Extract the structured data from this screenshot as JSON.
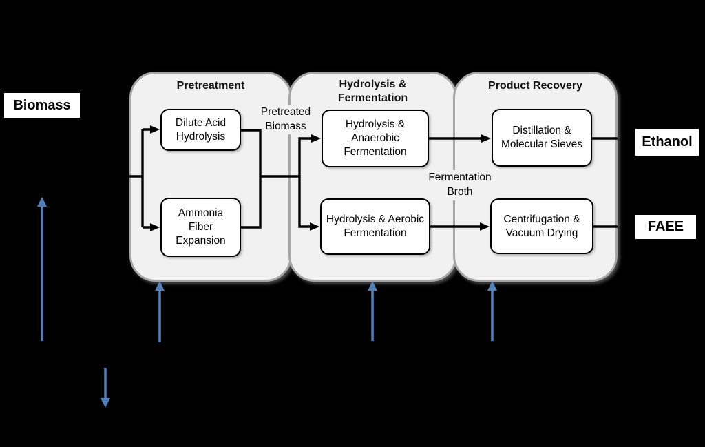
{
  "input_labels": {
    "biomass": "Biomass"
  },
  "output_labels": {
    "ethanol": "Ethanol",
    "faee": "FAEE"
  },
  "stream_labels": {
    "pretreated_biomass": "Pretreated Biomass",
    "fermentation_broth": "Fermentation Broth"
  },
  "stages": [
    {
      "title": "Pretreatment",
      "boxes": [
        "Dilute Acid Hydrolysis",
        "Ammonia Fiber Expansion"
      ]
    },
    {
      "title": "Hydrolysis & Fermentation",
      "boxes": [
        "Hydrolysis & Anaerobic Fermentation",
        "Hydrolysis & Aerobic Fermentation"
      ]
    },
    {
      "title": "Product Recovery",
      "boxes": [
        "Distillation & Molecular Sieves",
        "Centrifugation & Vacuum Drying"
      ]
    }
  ],
  "colors": {
    "background": "#000000",
    "panel_fill": "#f1f1f1",
    "panel_border": "#a6a6a6",
    "connector_black": "#000000",
    "arrow_blue": "#4f81bd"
  }
}
